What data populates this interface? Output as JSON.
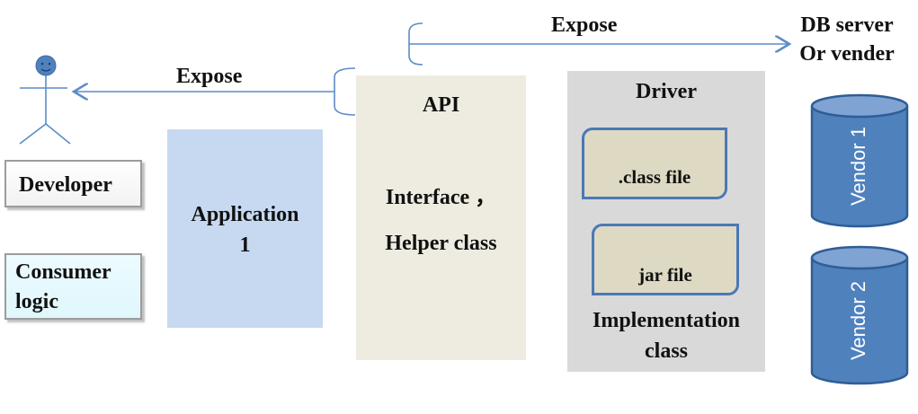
{
  "diagram": {
    "expose_top_label": "Expose",
    "expose_left_label": "Expose",
    "db_server_label_line1": "DB server",
    "db_server_label_line2": "Or vender",
    "developer_label": "Developer",
    "consumer_label_line1": "Consumer",
    "consumer_label_line2": "logic",
    "application_label_line1": "Application",
    "application_label_line2": "1",
    "api_title": "API",
    "api_line1": "Interface ，",
    "api_line2": "Helper class",
    "driver_title": "Driver",
    "class_file_label": ".class  file",
    "jar_file_label": "jar  file",
    "implementation_line1": "Implementation",
    "implementation_line2": "class",
    "vendor1_label": "Vendor 1",
    "vendor2_label": "Vendor 2"
  },
  "colors": {
    "application_fill": "#c6d9f0",
    "api_fill": "#eeece1",
    "driver_fill": "#d9d9d9",
    "file_fill": "#ddd9c3",
    "cylinder_fill": "#4f81bd",
    "cylinder_stroke": "#2f5d95",
    "arrow": "#5b8cc7",
    "stick_figure": "#5b8cc7"
  }
}
